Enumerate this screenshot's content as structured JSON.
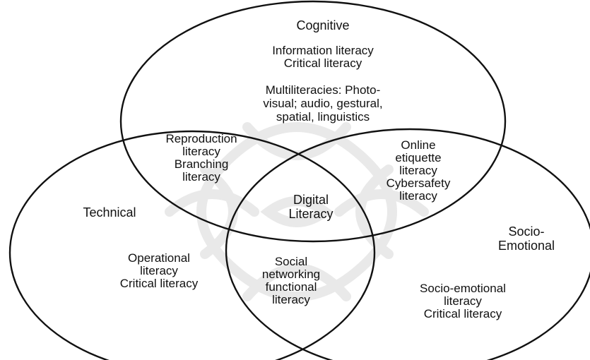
{
  "cognitive": {
    "title": "Cognitive",
    "lines_a": [
      "Information literacy",
      "Critical literacy"
    ],
    "lines_b": [
      "Multiliteracies: Photo-",
      "visual; audio, gestural,",
      "spatial, linguistics"
    ]
  },
  "technical": {
    "title": "Technical",
    "lines": [
      "Operational",
      "literacy",
      "Critical literacy"
    ]
  },
  "socio_emotional": {
    "title_lines": [
      "Socio-",
      "Emotional"
    ],
    "lines": [
      "Socio-emotional",
      "literacy",
      "Critical literacy"
    ]
  },
  "overlap_cognitive_technical": {
    "lines": [
      "Reproduction",
      "literacy",
      "Branching",
      "literacy"
    ]
  },
  "overlap_cognitive_socio": {
    "lines": [
      "Online",
      "etiquette",
      "literacy",
      "Cybersafety",
      "literacy"
    ]
  },
  "overlap_technical_socio": {
    "lines": [
      "Social",
      "networking",
      "functional",
      "literacy"
    ]
  },
  "center": {
    "lines": [
      "Digital",
      "Literacy"
    ]
  },
  "colors": {
    "stroke": "#111111",
    "text": "#111111",
    "watermark": "#e9e9e9"
  }
}
